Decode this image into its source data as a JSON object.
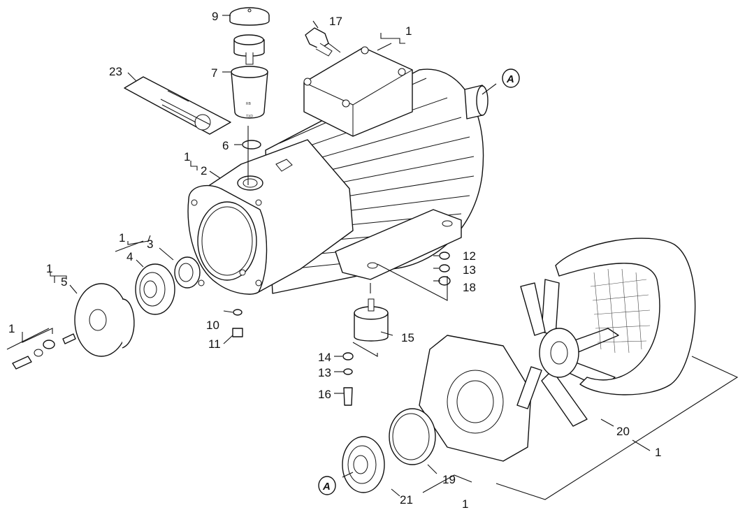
{
  "callouts": [
    {
      "id": "c9",
      "text": "9"
    },
    {
      "id": "c17",
      "text": "17"
    },
    {
      "id": "c1a",
      "text": "1"
    },
    {
      "id": "c23",
      "text": "23"
    },
    {
      "id": "c7",
      "text": "7"
    },
    {
      "id": "c6",
      "text": "6"
    },
    {
      "id": "c1b",
      "text": "1"
    },
    {
      "id": "c2",
      "text": "2"
    },
    {
      "id": "c1c",
      "text": "1"
    },
    {
      "id": "c3",
      "text": "3"
    },
    {
      "id": "c4",
      "text": "4"
    },
    {
      "id": "c1d",
      "text": "1"
    },
    {
      "id": "c5",
      "text": "5"
    },
    {
      "id": "c1e",
      "text": "1"
    },
    {
      "id": "c10",
      "text": "10"
    },
    {
      "id": "c11",
      "text": "11"
    },
    {
      "id": "c12",
      "text": "12"
    },
    {
      "id": "c13a",
      "text": "13"
    },
    {
      "id": "c18",
      "text": "18"
    },
    {
      "id": "c15",
      "text": "15"
    },
    {
      "id": "c14",
      "text": "14"
    },
    {
      "id": "c13b",
      "text": "13"
    },
    {
      "id": "c16",
      "text": "16"
    },
    {
      "id": "c20",
      "text": "20"
    },
    {
      "id": "c1f",
      "text": "1"
    },
    {
      "id": "c19",
      "text": "19"
    },
    {
      "id": "c21",
      "text": "21"
    },
    {
      "id": "c1g",
      "text": "1"
    }
  ],
  "references": {
    "a1": "A",
    "a2": "A"
  }
}
